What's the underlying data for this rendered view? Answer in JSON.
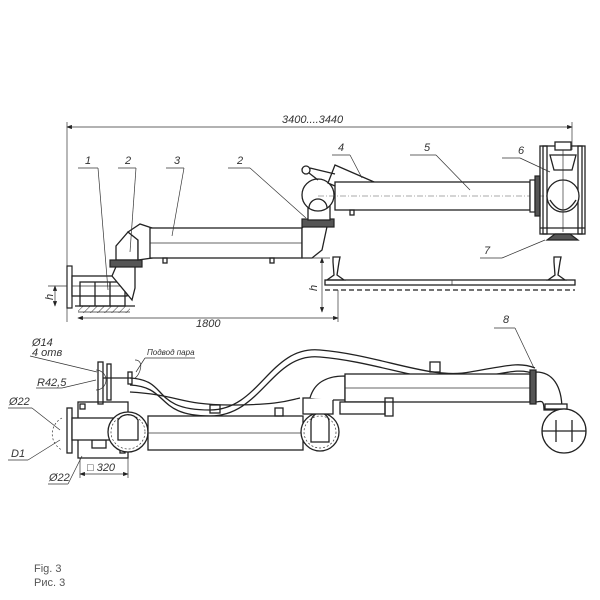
{
  "dimensions": {
    "overall_length": "3400....3440",
    "base_length": "1800",
    "height_top": "h",
    "height_base": "h",
    "hole_diameter": "Ø14",
    "hole_count": "4 отв",
    "radius": "R42,5",
    "diameter_upper": "Ø22",
    "flange_diameter": "D1",
    "diameter_lower": "Ø22",
    "base_square": "□ 320"
  },
  "callouts": [
    "1",
    "2",
    "3",
    "2",
    "4",
    "5",
    "6",
    "7",
    "8"
  ],
  "steam_supply_label": "Подвод пара",
  "caption": {
    "en": "Fig. 3",
    "ru": "Рис. 3"
  }
}
